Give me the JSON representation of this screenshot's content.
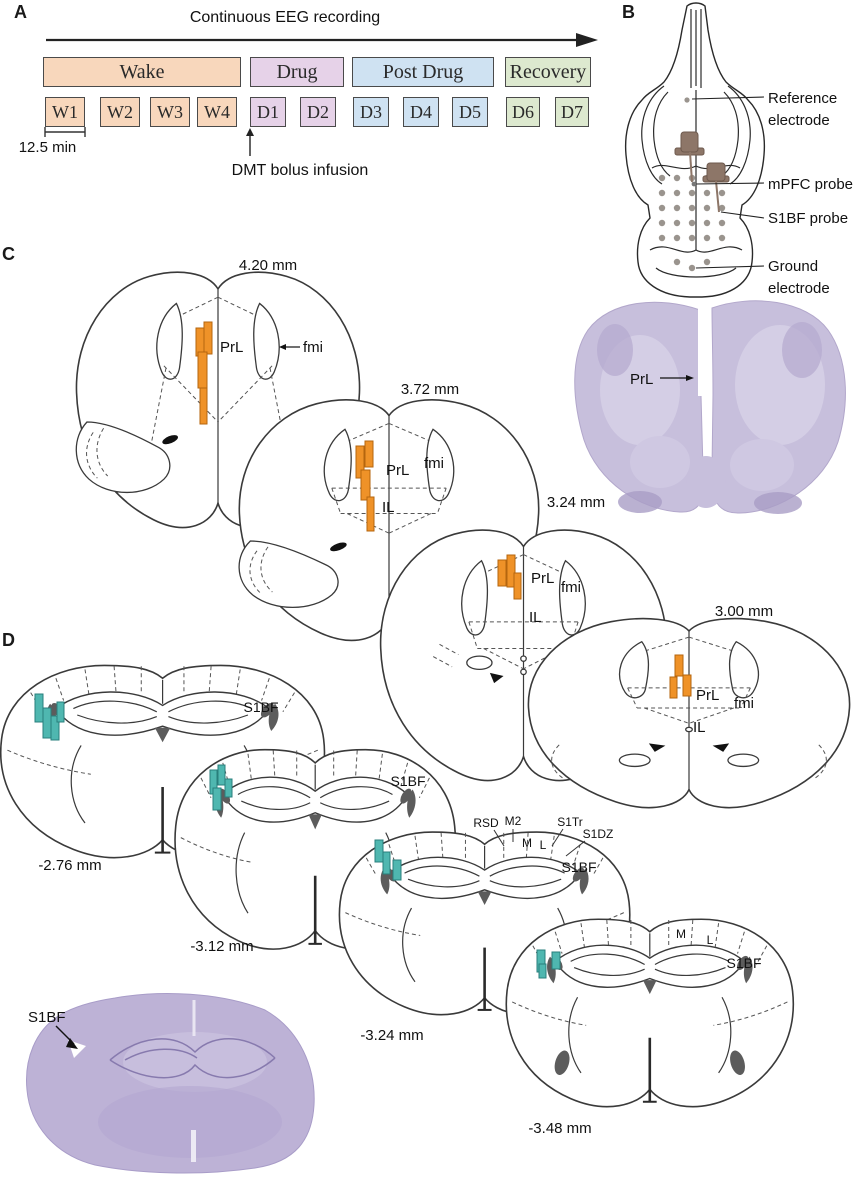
{
  "figure": {
    "panel_a": {
      "panel_label": "A",
      "title": "Continuous EEG recording",
      "scale_label": "12.5 min",
      "infusion_label": "DMT bolus infusion",
      "phases": [
        {
          "label": "Wake",
          "color": "#f8d7bc",
          "epochs": [
            "W1",
            "W2",
            "W3",
            "W4"
          ]
        },
        {
          "label": "Drug",
          "color": "#e6d2e8",
          "epochs": [
            "D1",
            "D2"
          ]
        },
        {
          "label": "Post Drug",
          "color": "#cfe2f2",
          "epochs": [
            "D3",
            "D4",
            "D5"
          ]
        },
        {
          "label": "Recovery",
          "color": "#dde9cf",
          "epochs": [
            "D6",
            "D7"
          ]
        }
      ]
    },
    "panel_b": {
      "panel_label": "B",
      "labels": {
        "reference_1": "Reference",
        "reference_2": "electrode",
        "mpfc": "mPFC probe",
        "s1bf": "S1BF probe",
        "ground_1": "Ground",
        "ground_2": "electrode"
      }
    },
    "panel_c": {
      "panel_label": "C",
      "electrode_color": "#ef9228",
      "sections": [
        {
          "coord": "4.20 mm",
          "prl": "PrL",
          "fmi": "fmi"
        },
        {
          "coord": "3.72 mm",
          "prl": "PrL",
          "fmi": "fmi",
          "il": "IL"
        },
        {
          "coord": "3.24 mm",
          "prl": "PrL",
          "fmi": "fmi",
          "il": "IL"
        },
        {
          "coord": "3.00 mm",
          "prl": "PrL",
          "fmi": "fmi",
          "il": "IL"
        }
      ],
      "histology_label": "PrL"
    },
    "panel_d": {
      "panel_label": "D",
      "electrode_color": "#4fb7b0",
      "sections": [
        {
          "coord": "-2.76 mm",
          "s1bf": "S1BF"
        },
        {
          "coord": "-3.12 mm",
          "s1bf": "S1BF"
        },
        {
          "coord": "-3.24 mm",
          "rsd": "RSD",
          "m2": "M2",
          "m": "M",
          "l": "L",
          "s1tr": "S1Tr",
          "s1dz": "S1DZ",
          "s1bf": "S1BF"
        },
        {
          "coord": "-3.48 mm",
          "m": "M",
          "l": "L",
          "s1bf": "S1BF"
        }
      ],
      "histology_label": "S1BF"
    }
  }
}
